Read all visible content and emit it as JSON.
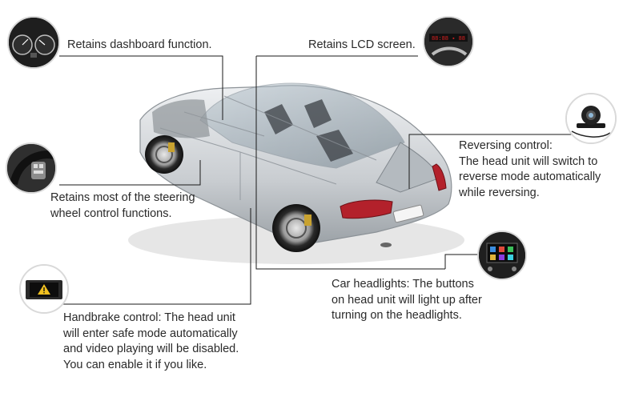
{
  "callouts": {
    "dashboard": {
      "text": "Retains dashboard function.",
      "icon": "dashboard-gauges-icon"
    },
    "lcd": {
      "text": "Retains LCD screen.",
      "icon": "lcd-display-icon"
    },
    "steering": {
      "text": "Retains most of the steering\nwheel control functions.",
      "icon": "steering-wheel-buttons-icon"
    },
    "reversing": {
      "text": "Reversing control:\nThe head unit will switch to\nreverse mode automatically\nwhile reversing.",
      "icon": "reversing-camera-icon"
    },
    "headlights": {
      "text": "Car headlights: The buttons\non head unit will light up after\nturning on the headlights.",
      "icon": "head-unit-icon"
    },
    "handbrake": {
      "text": "Handbrake control: The head unit\nwill enter safe mode automatically\nand video playing will be disabled.\nYou can enable it if you like.",
      "icon": "warning-screen-icon"
    }
  },
  "colors": {
    "leader_line": "#1a1a1a",
    "car_body": "#d7dadd",
    "tail_light": "#b3212b",
    "lcd_red": "#e02020"
  }
}
